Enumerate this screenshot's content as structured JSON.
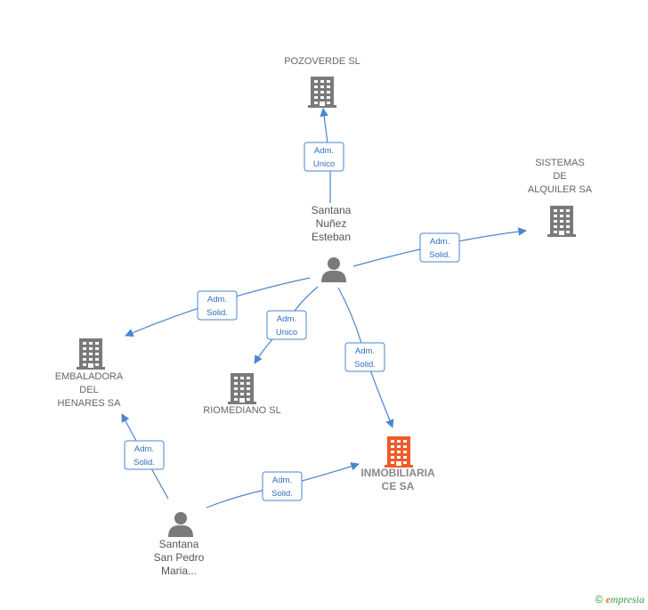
{
  "companies": [
    {
      "id": "pozoverde",
      "lines": [
        "POZOVERDE SL"
      ],
      "color": "#7a7a7a"
    },
    {
      "id": "sistemas",
      "lines": [
        "SISTEMAS",
        "DE",
        "ALQUILER SA"
      ],
      "color": "#7a7a7a"
    },
    {
      "id": "embaladora",
      "lines": [
        "EMBALADORA",
        "DEL",
        "HENARES SA"
      ],
      "color": "#7a7a7a"
    },
    {
      "id": "riomediano",
      "lines": [
        "RIOMEDIANO SL"
      ],
      "color": "#7a7a7a"
    },
    {
      "id": "inmobiliaria",
      "lines": [
        "INMOBILIARIA",
        "CE SA"
      ],
      "color": "#f05a28",
      "focus": true
    }
  ],
  "persons": [
    {
      "id": "santana_nunez",
      "lines": [
        "Santana",
        "Nuñez",
        "Esteban"
      ],
      "color": "#7a7a7a"
    },
    {
      "id": "santana_sanpedro",
      "lines": [
        "Santana",
        "San Pedro",
        "Maria..."
      ],
      "color": "#7a7a7a"
    }
  ],
  "edges": [
    {
      "id": "e1",
      "from": "santana_nunez",
      "to": "pozoverde",
      "label": [
        "Adm.",
        "Unico"
      ]
    },
    {
      "id": "e2",
      "from": "santana_nunez",
      "to": "sistemas",
      "label": [
        "Adm.",
        "Solid."
      ]
    },
    {
      "id": "e3",
      "from": "santana_nunez",
      "to": "embaladora",
      "label": [
        "Adm.",
        "Solid."
      ]
    },
    {
      "id": "e4",
      "from": "santana_nunez",
      "to": "riomediano",
      "label": [
        "Adm.",
        "Unico"
      ]
    },
    {
      "id": "e5",
      "from": "santana_nunez",
      "to": "inmobiliaria",
      "label": [
        "Adm.",
        "Solid."
      ]
    },
    {
      "id": "e6",
      "from": "santana_sanpedro",
      "to": "embaladora",
      "label": [
        "Adm.",
        "Solid."
      ]
    },
    {
      "id": "e7",
      "from": "santana_sanpedro",
      "to": "inmobiliaria",
      "label": [
        "Adm.",
        "Solid."
      ]
    }
  ],
  "watermark": {
    "copyright": "©",
    "brand_initial": "e",
    "brand_rest": "mpresia"
  }
}
